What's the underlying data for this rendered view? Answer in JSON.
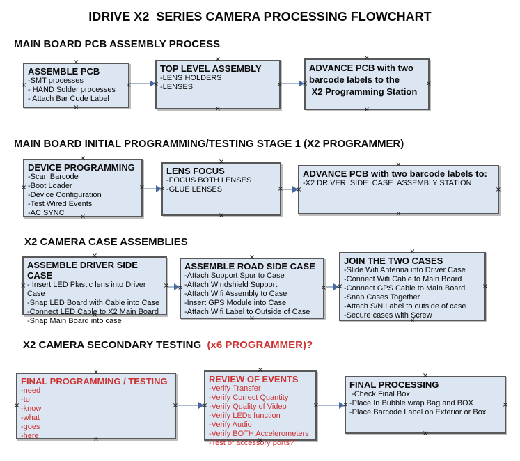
{
  "colors": {
    "box_fill": "#dce6f2",
    "box_border": "#585858",
    "arrow_line": "#a8b6ce",
    "arrow_head": "#46689f",
    "red": "#cc3333",
    "text": "#0a0a0a"
  },
  "icons": {
    "connection_point_glyph": "×"
  },
  "headers": {
    "title": "IDRIVE X2  SERIES CAMERA PROCESSING FLOWCHART",
    "s1": "MAIN BOARD PCB ASSEMBLY PROCESS",
    "s2": "MAIN BOARD INITIAL PROGRAMMING/TESTING STAGE 1 (X2 PROGRAMMER)",
    "s3": "X2 CAMERA CASE ASSEMBLIES",
    "s4_black": "X2 CAMERA SECONDARY TESTING  ",
    "s4_red": "(x6 PROGRAMMER)?"
  },
  "boxes": {
    "a": {
      "title": "ASSEMBLE PCB",
      "items": [
        "-SMT processes",
        "- HAND Solder processes",
        "- Attach Bar Code Label"
      ]
    },
    "b": {
      "title": "TOP LEVEL ASSEMBLY",
      "items": [
        "-LENS HOLDERS",
        "-LENSES"
      ]
    },
    "c": {
      "title": "ADVANCE PCB with two\nbarcode labels to the\n X2 Programming Station",
      "items": []
    },
    "d": {
      "title": "DEVICE PROGRAMMING",
      "items": [
        "-Scan Barcode",
        "-Boot Loader",
        "-Device Configuration",
        "-Test Wired Events",
        "-AC SYNC"
      ]
    },
    "e": {
      "title": "LENS FOCUS",
      "items": [
        "-FOCUS BOTH LENSES",
        "-GLUE LENSES"
      ]
    },
    "f": {
      "title": "ADVANCE PCB with two barcode labels to:",
      "items": [
        "-X2 DRIVER  SIDE  CASE  ASSEMBLY STATION"
      ]
    },
    "g": {
      "title": "ASSEMBLE DRIVER SIDE CASE",
      "items": [
        "- Insert LED Plastic lens into Driver Case",
        "-Snap LED Board with Cable into Case",
        "-Connect LED Cable to X2 Main Board",
        "-Snap Main Board into case"
      ]
    },
    "h": {
      "title": "ASSEMBLE ROAD SIDE CASE",
      "items": [
        "-Attach Support Spur to Case",
        "-Attach Windshield Support",
        "-Attach Wifi Assembly to Case",
        "-Insert GPS Module into Case",
        "-Attach Wifi Label to Outside of Case"
      ]
    },
    "i": {
      "title": "JOIN THE TWO CASES",
      "items": [
        "-Slide Wifi Antenna into Driver Case",
        "-Connect Wifi Cable to Main Board",
        "-Connect GPS Cable to Main Board",
        "-Snap Cases Together",
        "-Attach S/N Label to outside of case",
        "-Secure cases with Screw"
      ]
    },
    "j": {
      "title": "FINAL PROGRAMMING / TESTING",
      "items": [
        "-need",
        "-to",
        "-know",
        "-what",
        "-goes",
        "-here"
      ]
    },
    "k": {
      "title": "REVIEW OF EVENTS",
      "items": [
        "-Verify Transfer",
        "-Verify Correct Quantity",
        "-Verify Quality of Video",
        "-Verify LEDs function",
        "-Verify Audio",
        "-Verify BOTH Accelerometers",
        "-Test of accessory ports?"
      ]
    },
    "l": {
      "title": "FINAL PROCESSING",
      "items": [
        " -Check Final Box",
        "-Place In Bubble wrap Bag and BOX",
        "-Place Barcode Label on Exterior or Box"
      ]
    }
  }
}
